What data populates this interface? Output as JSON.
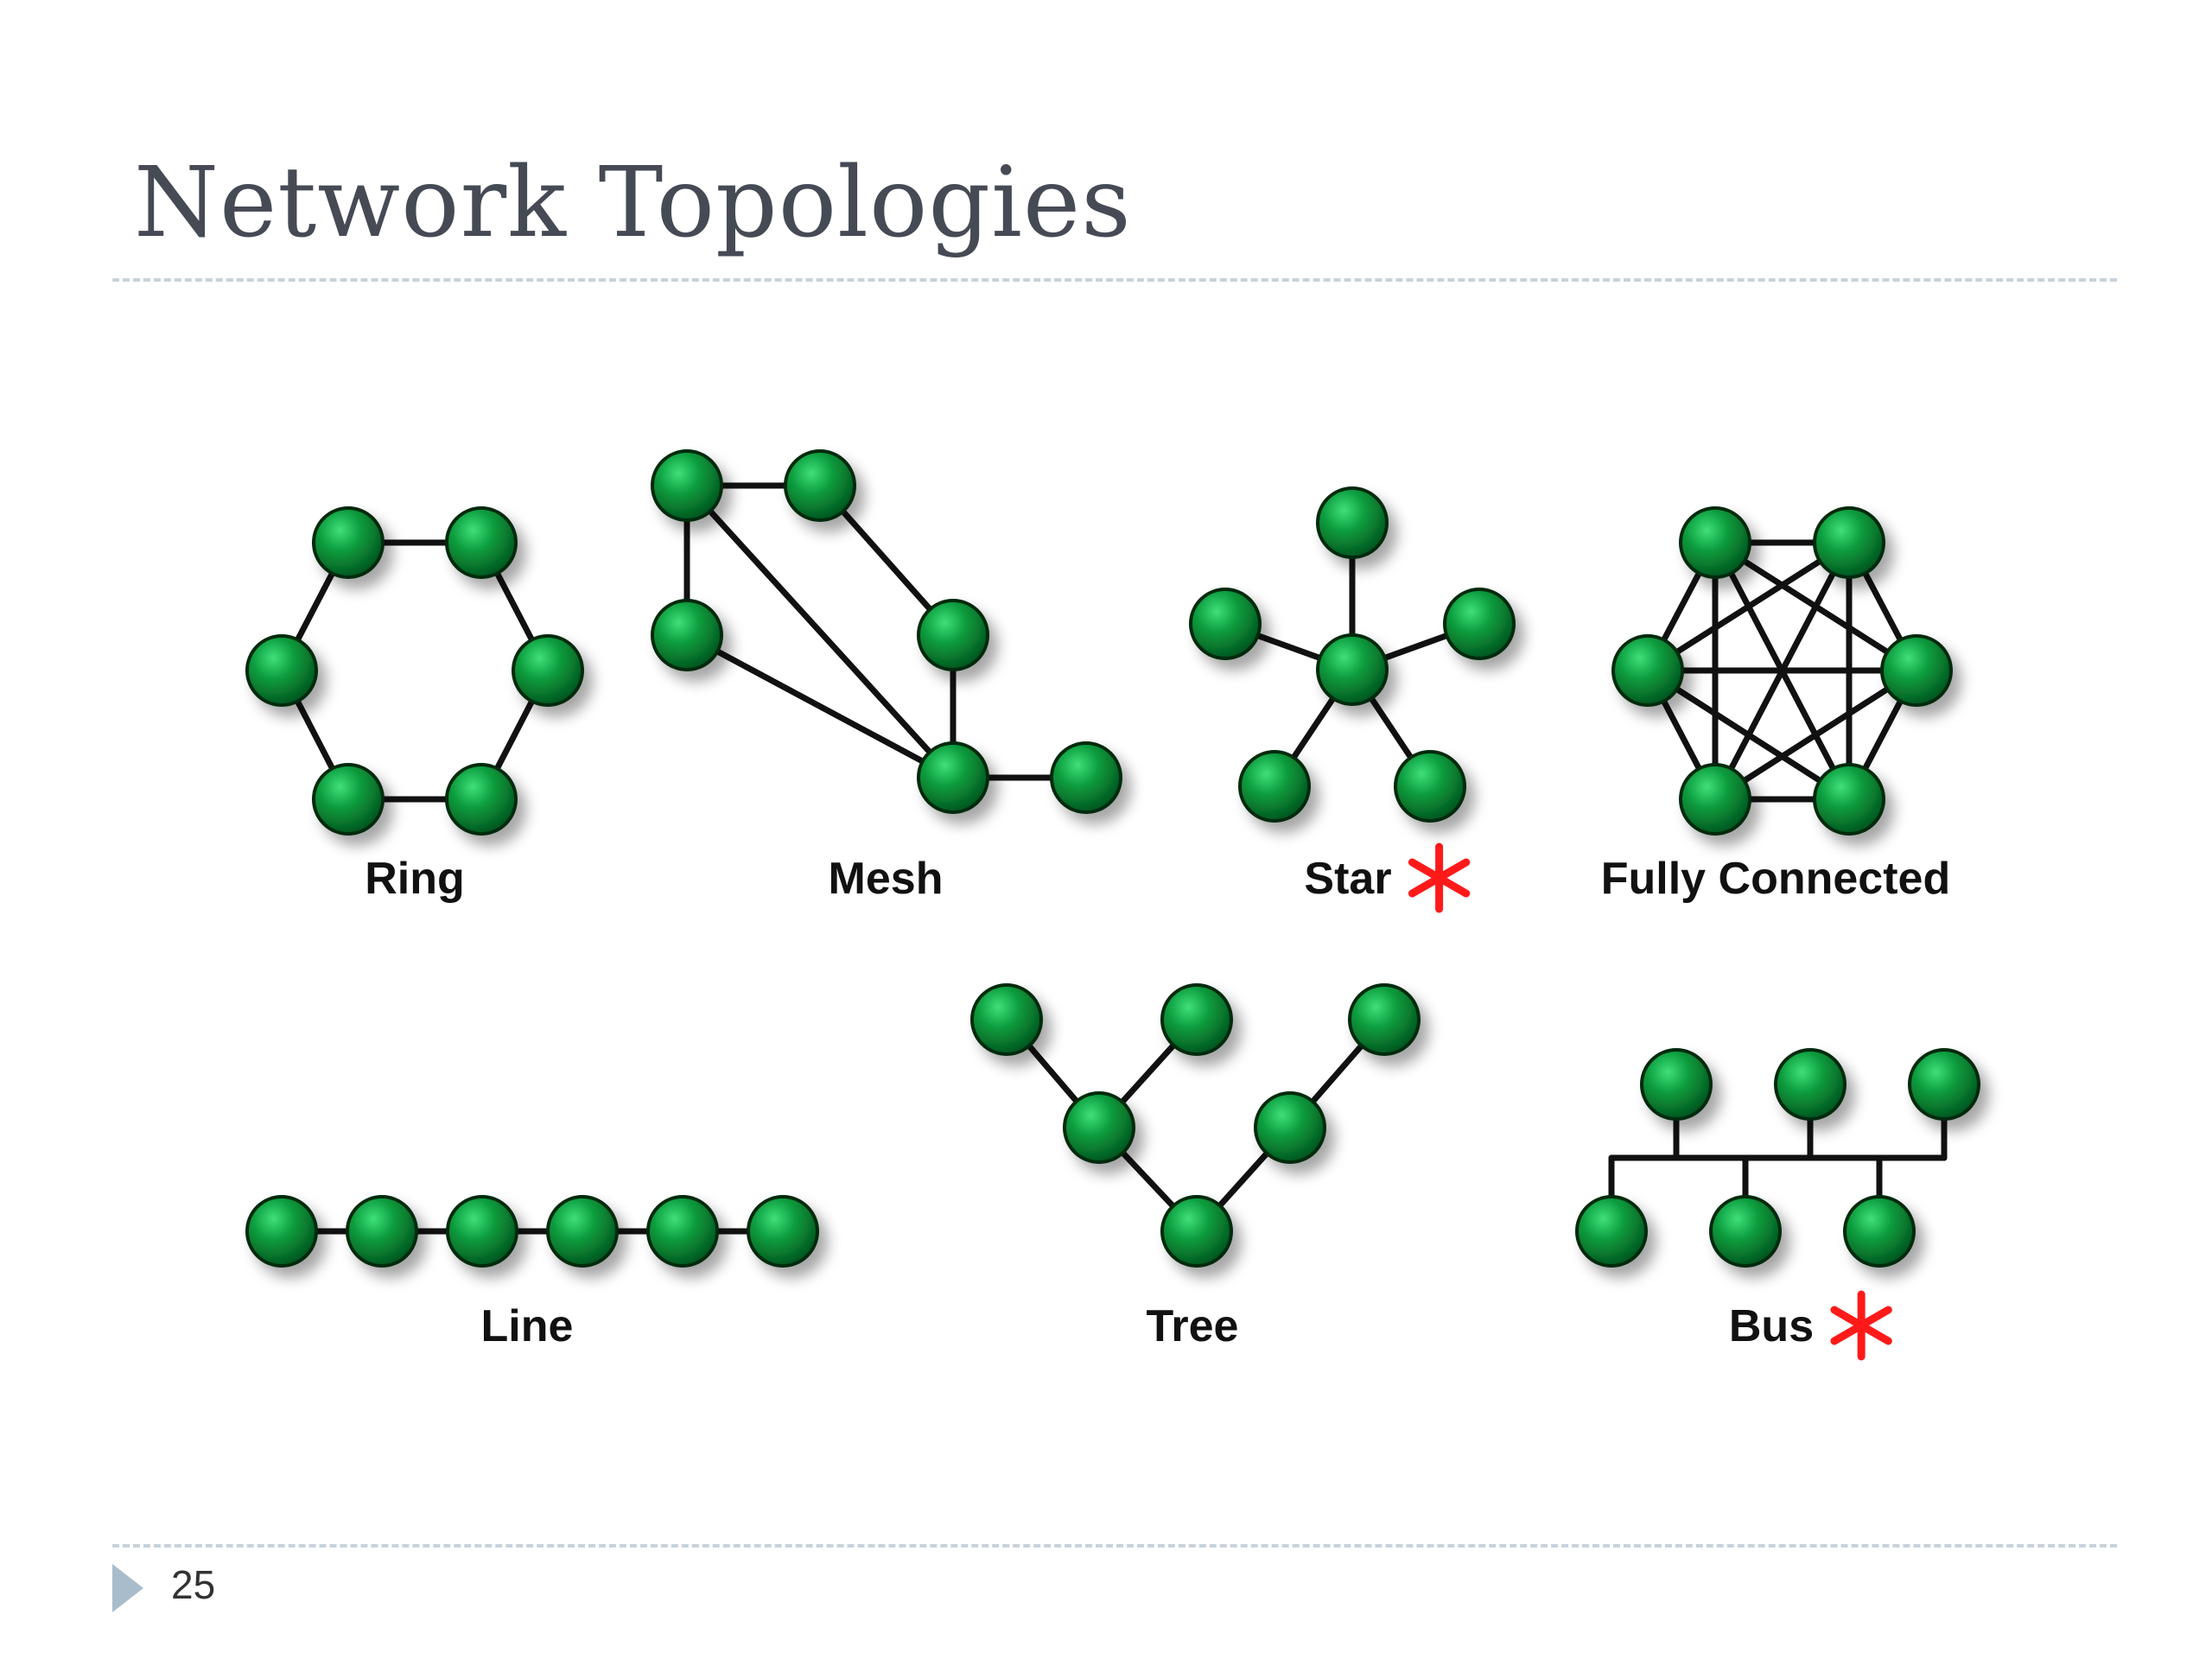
{
  "slide": {
    "title": "Network Topologies",
    "page_number": "25"
  },
  "colors": {
    "node": "#0a9a3c",
    "link": "#111111",
    "marker": "#ff1a1a",
    "title": "#454a55",
    "rule": "#c7d3dc"
  },
  "topologies": [
    {
      "id": "ring",
      "label": "Ring",
      "marked": false
    },
    {
      "id": "mesh",
      "label": "Mesh",
      "marked": false
    },
    {
      "id": "star",
      "label": "Star",
      "marked": true
    },
    {
      "id": "fully-connected",
      "label": "Fully Connected",
      "marked": false
    },
    {
      "id": "line",
      "label": "Line",
      "marked": false
    },
    {
      "id": "tree",
      "label": "Tree",
      "marked": false
    },
    {
      "id": "bus",
      "label": "Bus",
      "marked": true
    }
  ]
}
